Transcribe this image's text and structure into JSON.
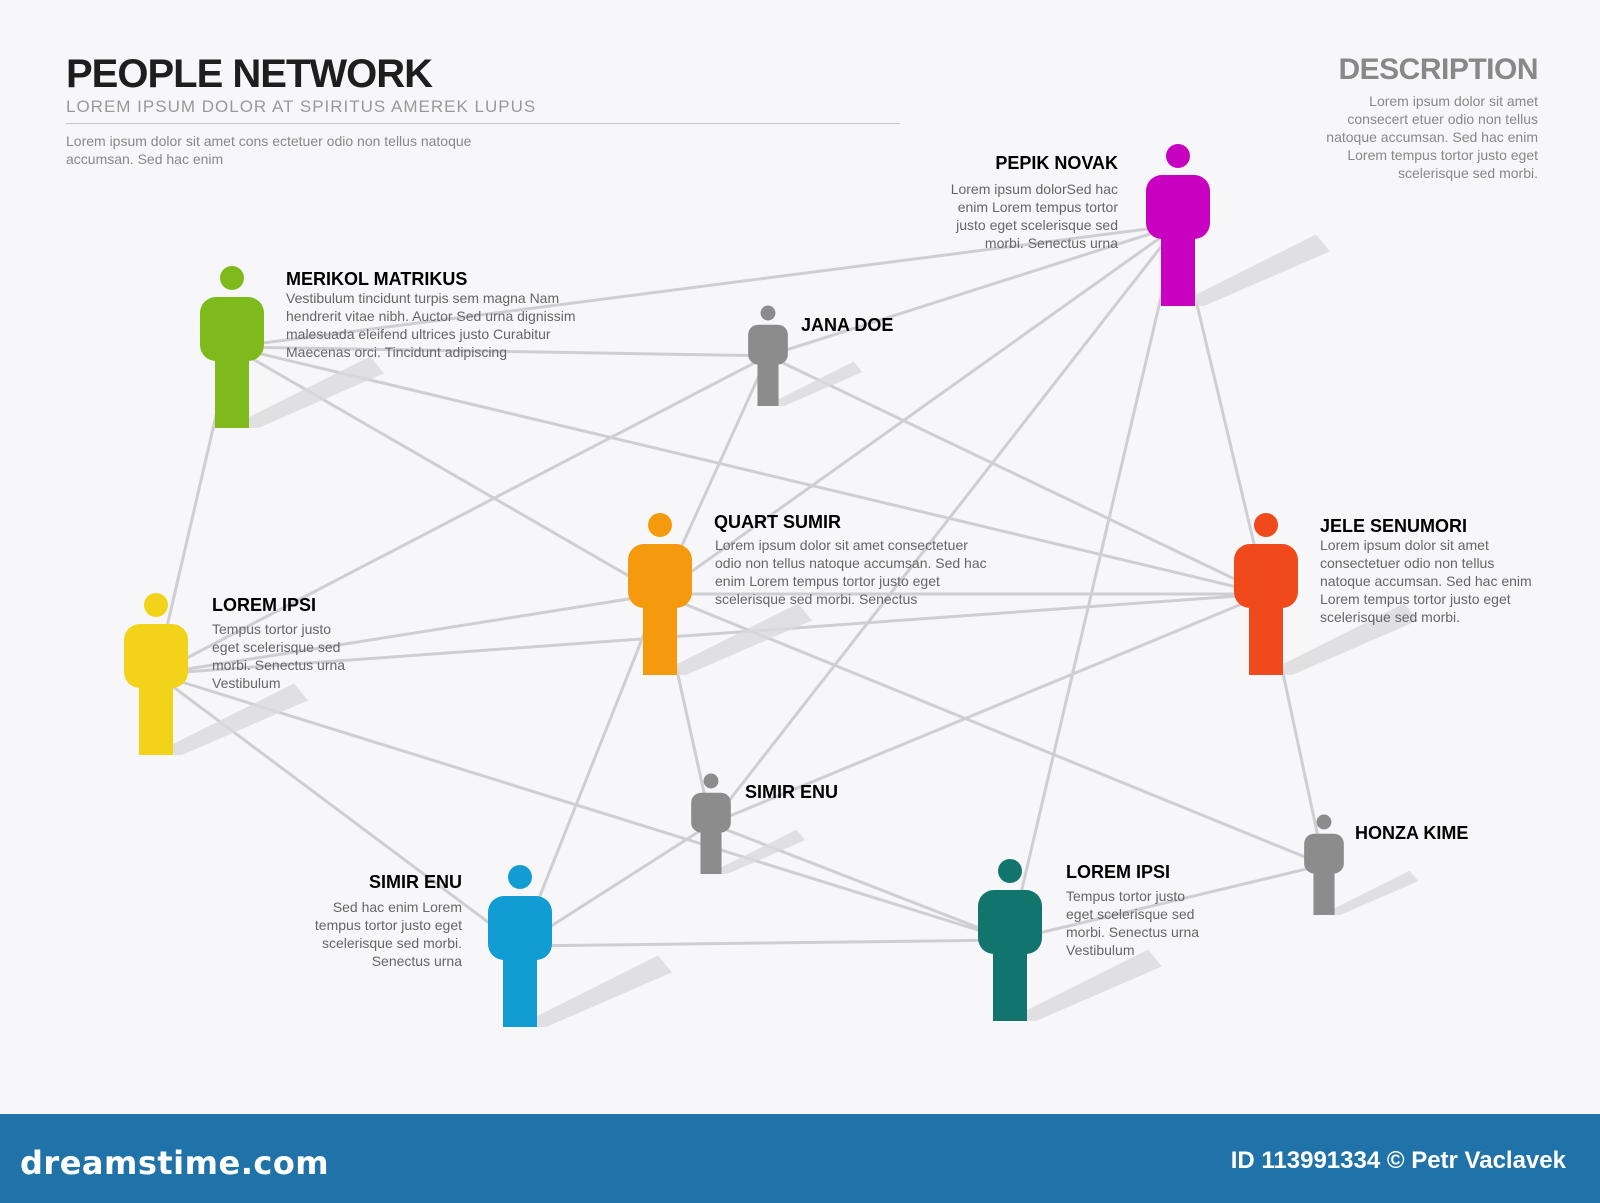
{
  "header": {
    "title": "PEOPLE NETWORK",
    "subtitle": "LOREM IPSUM DOLOR AT SPIRITUS AMEREK LUPUS",
    "intro": "Lorem ipsum dolor sit amet cons ectetuer odio non tellus natoque accumsan. Sed hac enim"
  },
  "description": {
    "title": "DESCRIPTION",
    "text": "Lorem ipsum dolor sit amet consecert etuer odio non tellus natoque accumsan. Sed hac enim Lorem tempus tortor justo eget scelerisque sed morbi."
  },
  "people": [
    {
      "id": "pepik",
      "name": "PEPIK NOVAK",
      "color": "#c800c0",
      "text": "Lorem ipsum dolorSed hac enim Lorem tempus tortor justo eget scelerisque sed morbi. Senectus urna"
    },
    {
      "id": "merikol",
      "name": "MERIKOL MATRIKUS",
      "color": "#7fba1d",
      "text": "Vestibulum tincidunt turpis sem magna Nam hendrerit vitae nibh. Auctor Sed urna dignissim malesuada eleifend ultrices justo Curabitur Maecenas orci. Tincidunt adipiscing"
    },
    {
      "id": "jana",
      "name": "JANA DOE",
      "color": "#8c8c8c",
      "text": ""
    },
    {
      "id": "quart",
      "name": "QUART SUMIR",
      "color": "#f59a0c",
      "text": "Lorem ipsum dolor sit amet consectetuer odio non tellus natoque accumsan. Sed hac enim Lorem tempus tortor justo eget scelerisque sed morbi. Senectus"
    },
    {
      "id": "jele",
      "name": "JELE SENUMORI",
      "color": "#f04a1c",
      "text": "Lorem ipsum dolor sit amet consectetuer odio non tellus natoque accumsan. Sed hac enim Lorem tempus tortor justo eget scelerisque sed morbi."
    },
    {
      "id": "lorem1",
      "name": "LOREM IPSI",
      "color": "#f3d31a",
      "text": "Tempus tortor justo eget scelerisque sed morbi. Senectus urna Vestibulum"
    },
    {
      "id": "simir1",
      "name": "SIMIR ENU",
      "color": "#8c8c8c",
      "text": ""
    },
    {
      "id": "honza",
      "name": "HONZA KIME",
      "color": "#8c8c8c",
      "text": ""
    },
    {
      "id": "simir2",
      "name": "SIMIR ENU",
      "color": "#129cd4",
      "text": "Sed hac enim Lorem tempus tortor justo eget scelerisque sed morbi. Senectus urna"
    },
    {
      "id": "lorem2",
      "name": "LOREM IPSI",
      "color": "#11756e",
      "text": "Tempus tortor justo eget scelerisque sed morbi. Senectus urna Vestibulum"
    }
  ],
  "connections": [
    [
      "pepik",
      "merikol"
    ],
    [
      "pepik",
      "jana"
    ],
    [
      "pepik",
      "quart"
    ],
    [
      "pepik",
      "jele"
    ],
    [
      "pepik",
      "lorem2"
    ],
    [
      "pepik",
      "simir1"
    ],
    [
      "merikol",
      "jana"
    ],
    [
      "merikol",
      "quart"
    ],
    [
      "merikol",
      "lorem1"
    ],
    [
      "merikol",
      "jele"
    ],
    [
      "jana",
      "quart"
    ],
    [
      "jana",
      "lorem1"
    ],
    [
      "jana",
      "jele"
    ],
    [
      "quart",
      "lorem1"
    ],
    [
      "quart",
      "jele"
    ],
    [
      "quart",
      "simir1"
    ],
    [
      "quart",
      "simir2"
    ],
    [
      "quart",
      "honza"
    ],
    [
      "jele",
      "lorem1"
    ],
    [
      "jele",
      "honza"
    ],
    [
      "jele",
      "simir1"
    ],
    [
      "lorem1",
      "simir2"
    ],
    [
      "lorem1",
      "lorem2"
    ],
    [
      "simir1",
      "simir2"
    ],
    [
      "simir1",
      "lorem2"
    ],
    [
      "simir2",
      "lorem2"
    ],
    [
      "lorem2",
      "honza"
    ]
  ],
  "footer": {
    "logo": "dreamstime.com",
    "id_text": "ID 113991334 © Petr Vaclavek",
    "color": "#1f73a8"
  }
}
